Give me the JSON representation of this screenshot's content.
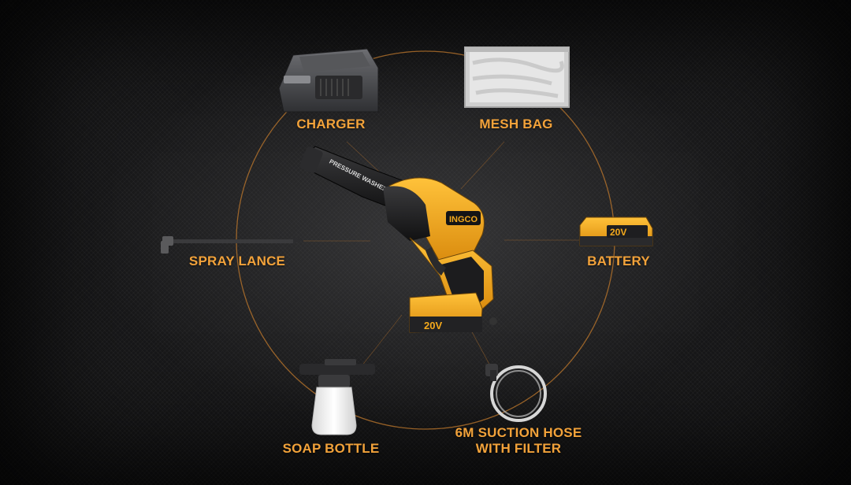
{
  "labels": {
    "charger": "CHARGER",
    "mesh_bag": "MESH BAG",
    "spray_lance": "SPRAY LANCE",
    "battery": "BATTERY",
    "soap_bottle": "SOAP BOTTLE",
    "suction_hose_line1": "6M SUCTION HOSE",
    "suction_hose_line2": "WITH FILTER"
  },
  "product_text": {
    "barrel_text": "PRESSURE WASHER",
    "brand": "INGCO",
    "battery_voltage": "20V"
  },
  "colors": {
    "accent": "#f2a23a",
    "tool_yellow": "#f4a91c",
    "circle_line": "#b8742c"
  }
}
